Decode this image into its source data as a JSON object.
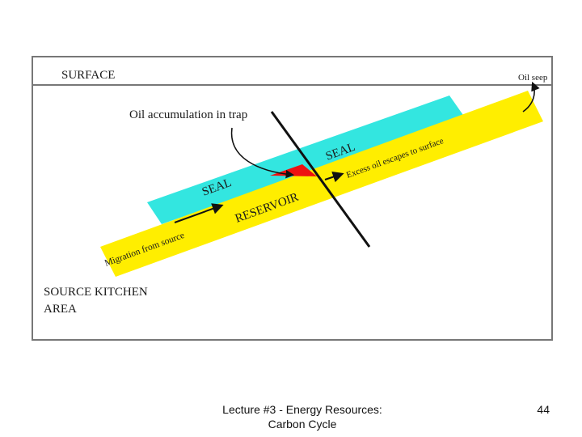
{
  "diagram": {
    "labels": {
      "surface": "SURFACE",
      "oil_seep": "Oil seep",
      "oil_accumulation": "Oil accumulation in trap",
      "seal_left": "SEAL",
      "seal_right": "SEAL",
      "reservoir": "RESERVOIR",
      "migration": "Migration from source",
      "excess_oil": "Excess oil escapes to surface",
      "source_kitchen_line1": "SOURCE KITCHEN",
      "source_kitchen_line2": "AREA"
    },
    "colors": {
      "seal": "#33e6e0",
      "reservoir": "#ffee00",
      "oil": "#ee1111",
      "frame": "#777777",
      "fault": "#111111"
    }
  },
  "footer": {
    "caption_line1": "Lecture #3 - Energy Resources:",
    "caption_line2": "Carbon Cycle",
    "page_number": "44"
  }
}
